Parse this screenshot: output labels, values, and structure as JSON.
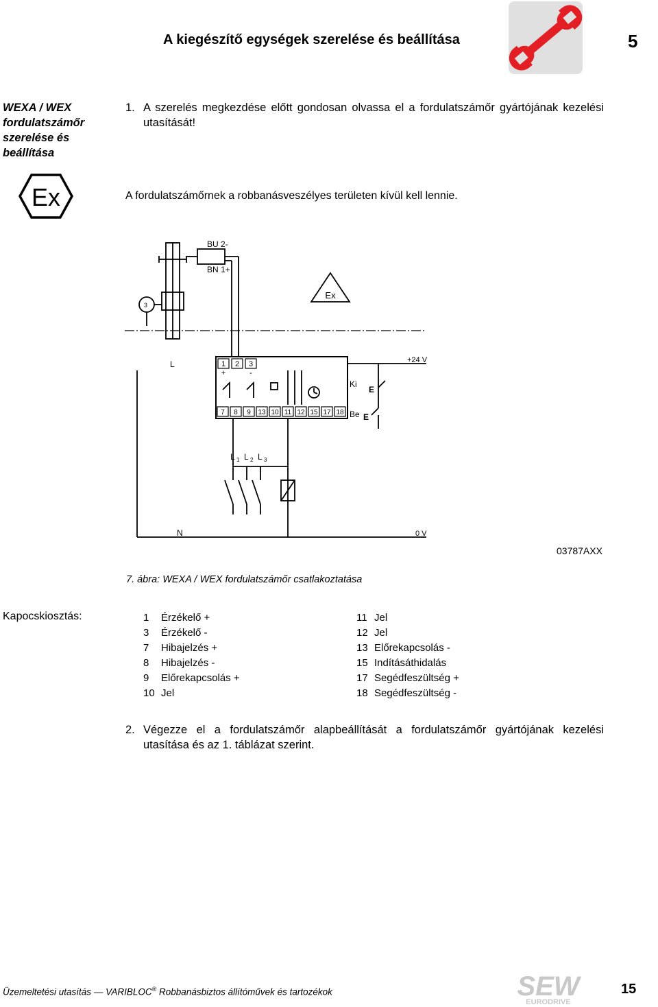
{
  "header": {
    "title": "A kiegészítő egységek szerelése és beállítása",
    "chapter": "5"
  },
  "side_heading": "WEXA / WEX fordulatszámőr szerelése és beállítása",
  "step1": {
    "number": "1.",
    "text": "A szerelés megkezdése előtt gondosan olvassa el a fordulatszámőr gyártójának kezelési utasítását!"
  },
  "ex_warning": "A fordulatszámőrnek a robbanásveszélyes területen kívül kell lennie.",
  "diagram": {
    "bu_label": "BU 2-",
    "bn_label": "BN 1+",
    "sensor_num": "3",
    "ex_symbol": "Ex",
    "ex_logo": "Ex",
    "L": "L",
    "N": "N",
    "plus24": "+24 V",
    "zero_v": "0 V",
    "ki": "Ki",
    "be": "Be",
    "E": "E",
    "L1": "L",
    "L2": "L",
    "L3": "L",
    "sub1": "1",
    "sub2": "2",
    "sub3": "3",
    "plus": "+",
    "minus": "-",
    "top_terminals": [
      "1",
      "2",
      "3"
    ],
    "bottom_terminals": [
      "7",
      "8",
      "9",
      "13",
      "10",
      "11",
      "12",
      "15",
      "17",
      "18"
    ]
  },
  "figure": {
    "code": "03787AXX",
    "caption": "7. ábra: WEXA / WEX fordulatszámőr csatlakoztatása"
  },
  "terminal_label": "Kapocskiosztás:",
  "terminals_left": [
    {
      "num": "1",
      "desc": "Érzékelő +"
    },
    {
      "num": "3",
      "desc": "Érzékelő -"
    },
    {
      "num": "7",
      "desc": "Hibajelzés +"
    },
    {
      "num": "8",
      "desc": "Hibajelzés -"
    },
    {
      "num": "9",
      "desc": "Előrekapcsolás +"
    },
    {
      "num": "10",
      "desc": "Jel"
    }
  ],
  "terminals_right": [
    {
      "num": "11",
      "desc": "Jel"
    },
    {
      "num": "12",
      "desc": "Jel"
    },
    {
      "num": "13",
      "desc": "Előrekapcsolás -"
    },
    {
      "num": "15",
      "desc": "Indításáthidalás"
    },
    {
      "num": "17",
      "desc": "Segédfeszültség +"
    },
    {
      "num": "18",
      "desc": "Segédfeszültség -"
    }
  ],
  "step2": {
    "number": "2.",
    "text": "Végezze el a fordulatszámőr alapbeállítását a fordulatszámőr gyártójának kezelési utasítása és az 1. táblázat szerint."
  },
  "footer": {
    "doc_part1": "Üzemeltetési utasítás",
    "dash": "—",
    "product": "VARIBLOC",
    "reg": "®",
    "doc_part2": "Robbanásbiztos állítóművek és tartozékok",
    "page": "15",
    "logo_top": "SEW",
    "logo_bottom": "EURODRIVE"
  },
  "colors": {
    "wrench": "#e31e24",
    "wrench_bg": "#e0e0e0",
    "logo": "#c8c8c8"
  }
}
